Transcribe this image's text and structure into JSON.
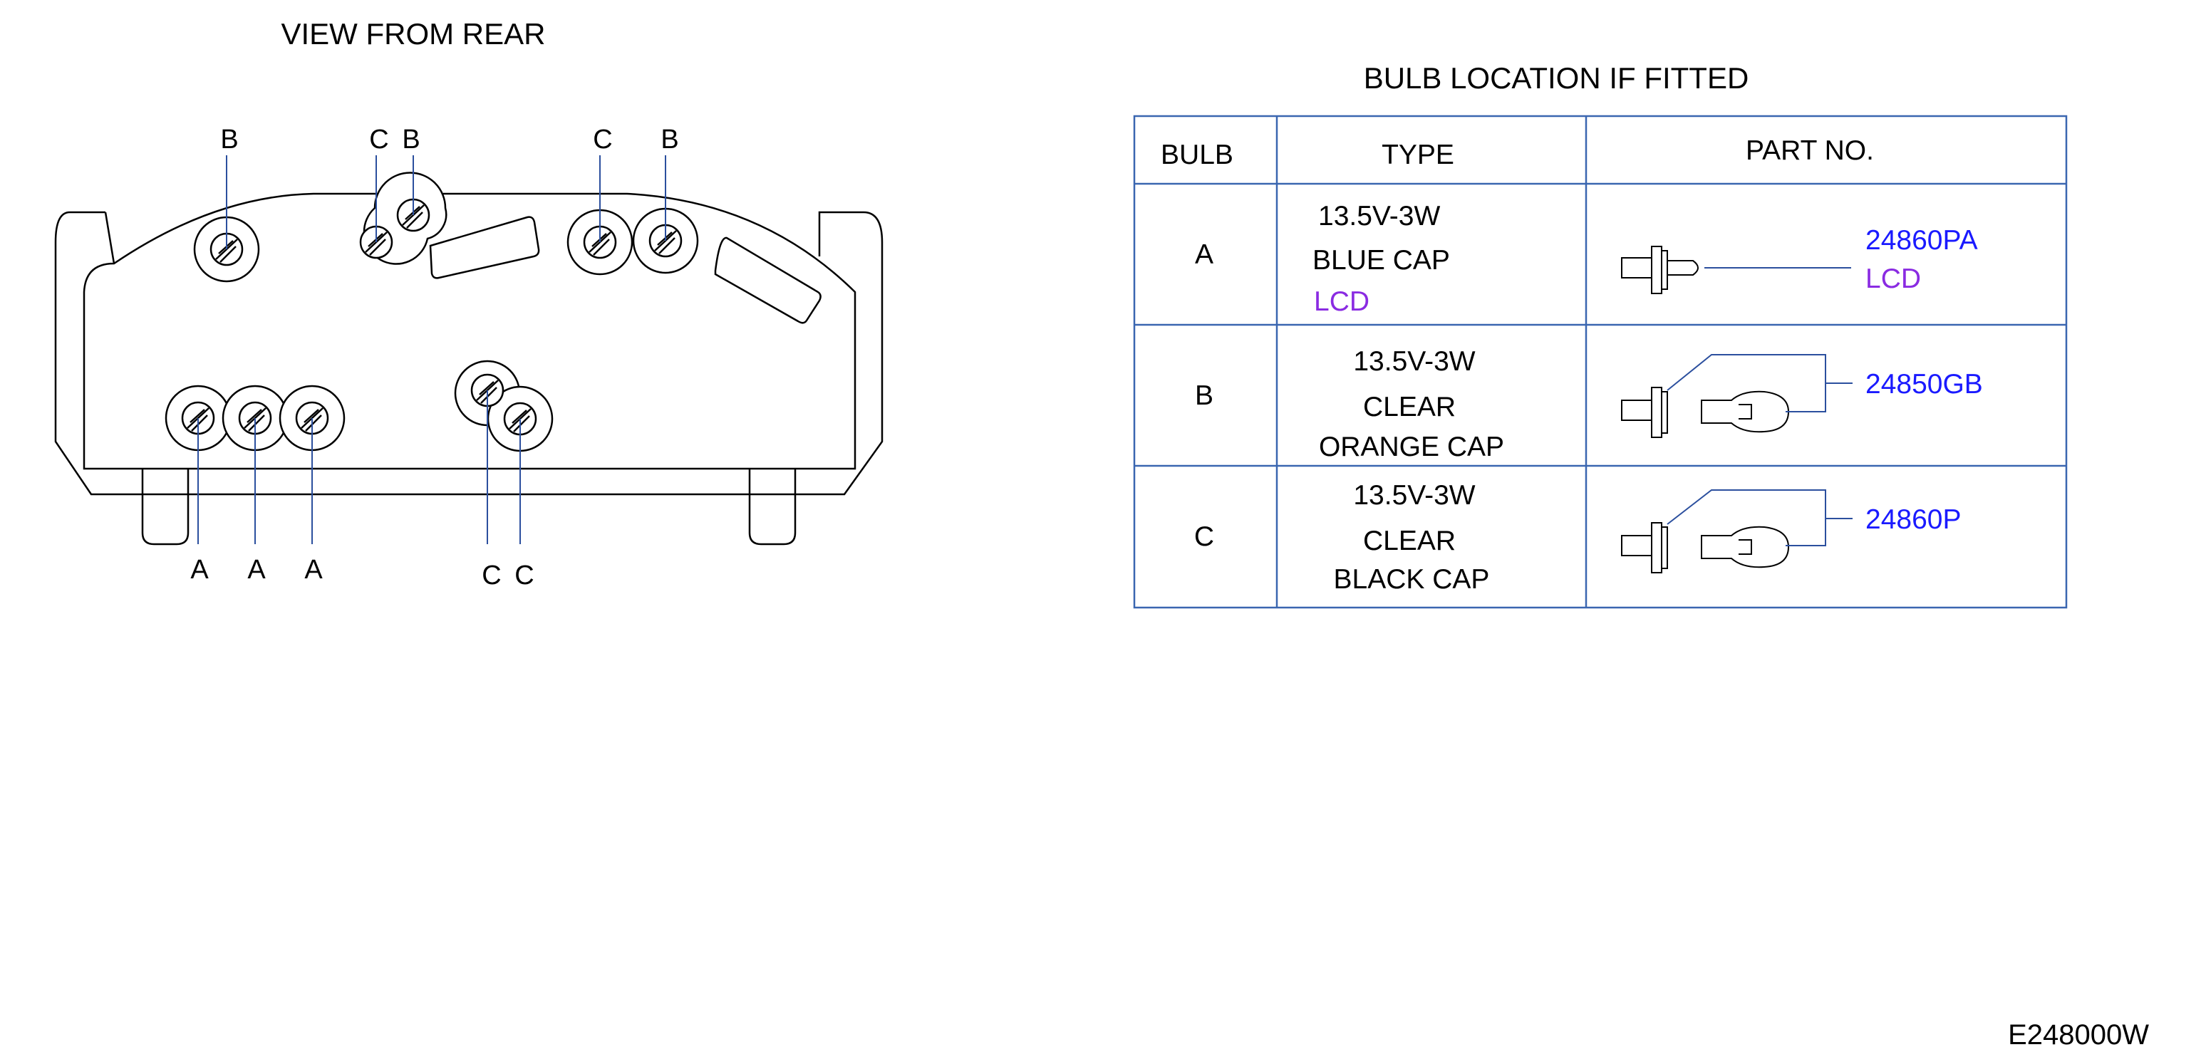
{
  "rear_view": {
    "title": "VIEW FROM REAR",
    "top_labels": [
      "B",
      "C",
      "B",
      "C",
      "B"
    ],
    "bottom_labels": [
      "A",
      "A",
      "A",
      "C",
      "C"
    ]
  },
  "table": {
    "title": "BULB LOCATION IF FITTED",
    "headers": [
      "BULB",
      "TYPE",
      "PART NO."
    ],
    "rows": [
      {
        "bulb": "A",
        "type_lines": [
          "13.5V-3W",
          "BLUE CAP",
          "LCD"
        ],
        "part_lines": [
          "24860PA",
          "LCD"
        ]
      },
      {
        "bulb": "B",
        "type_lines": [
          "13.5V-3W",
          "CLEAR",
          "ORANGE CAP"
        ],
        "part_lines": [
          "24850GB"
        ]
      },
      {
        "bulb": "C",
        "type_lines": [
          "13.5V-3W",
          "CLEAR",
          "BLACK CAP"
        ],
        "part_lines": [
          "24860P"
        ]
      }
    ]
  },
  "figure_code": "E248000W",
  "colors": {
    "line": "#000000",
    "leader": "#2b4f9e",
    "table_border": "#3a66b0",
    "part_number": "#1a1aff",
    "lcd": "#8a2be2"
  }
}
